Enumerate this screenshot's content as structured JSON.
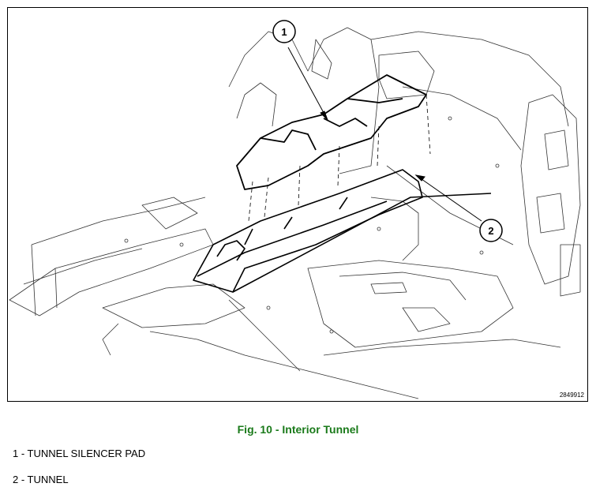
{
  "figure": {
    "id": "2849912",
    "callouts": [
      "1",
      "2"
    ]
  },
  "caption": {
    "text": "Fig. 10 - Interior Tunnel",
    "color": "#1a7a1a"
  },
  "legend": [
    {
      "text": "1 - TUNNEL SILENCER PAD"
    },
    {
      "text": "2 - TUNNEL"
    }
  ]
}
